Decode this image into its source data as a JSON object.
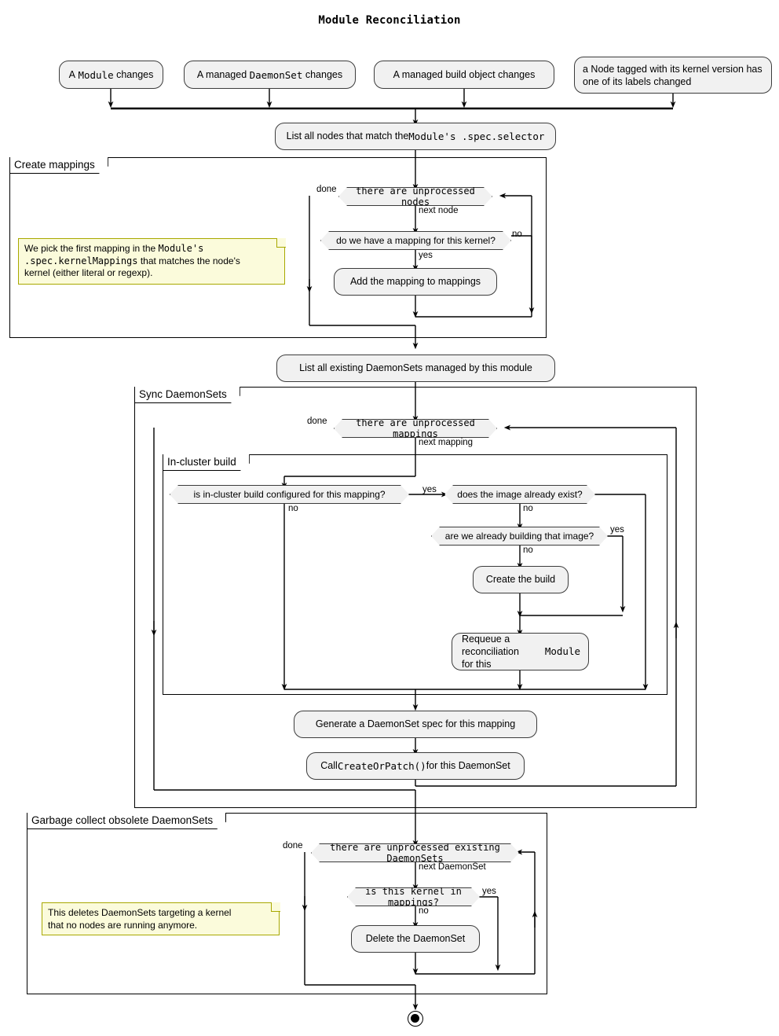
{
  "title": "Module Reconciliation",
  "starts": [
    {
      "name": "start-module-changes",
      "text": "A Module changes",
      "mono": [
        "Module"
      ]
    },
    {
      "name": "start-daemonset-changes",
      "text": "A managed DaemonSet changes",
      "mono": [
        "DaemonSet"
      ]
    },
    {
      "name": "start-build-object-changes",
      "text": "A managed build object changes",
      "mono": []
    },
    {
      "name": "start-node-label-changed",
      "text": "a Node tagged with its kernel version has one of its labels changed",
      "mono": []
    }
  ],
  "activities": {
    "list_nodes": {
      "pre": "List all nodes that match the ",
      "mono": "Module's .spec.selector",
      "post": ""
    },
    "add_mapping": "Add the mapping to mappings",
    "list_daemonsets": "List all existing DaemonSets managed by this module",
    "create_build": "Create the build",
    "requeue": "Requeue a reconciliation for this Module",
    "generate_spec": "Generate a DaemonSet spec for this mapping",
    "create_or_patch": {
      "pre": "Call ",
      "mono": "CreateOrPatch()",
      "post": " for this DaemonSet"
    },
    "delete_daemonset": "Delete the DaemonSet"
  },
  "decisions": {
    "unprocessed_nodes": "there are unprocessed nodes",
    "have_mapping": "do we have a mapping for this kernel?",
    "unprocessed_mappings": "there are unprocessed mappings",
    "in_cluster_build_configured": "is in-cluster build configured for this mapping?",
    "image_exists": "does the image already exist?",
    "already_building": "are we already building that image?",
    "unprocessed_existing_daemonsets": "there are unprocessed existing DaemonSets",
    "kernel_in_mappings": "is this kernel in mappings?"
  },
  "partitions": {
    "create_mappings": "Create mappings",
    "sync_daemonsets": "Sync DaemonSets",
    "in_cluster_build": "In-cluster build",
    "garbage_collect": "Garbage collect obsolete DaemonSets"
  },
  "notes": {
    "mapping_note": {
      "line1_pre": "We pick the first mapping in the ",
      "line1_mono": "Module's",
      "line2_mono": ".spec.kernelMappings",
      "line2_post": " that matches the node's",
      "line3": "kernel (either literal or regexp)."
    },
    "gc_note_line1": "This deletes DaemonSets targeting a kernel",
    "gc_note_line2": "that no nodes are running anymore."
  },
  "edge_labels": {
    "done_1": "done",
    "next_node": "next node",
    "yes_1": "yes",
    "no_1": "no",
    "done_2": "done",
    "next_mapping": "next mapping",
    "no_build": "no",
    "yes_build": "yes",
    "no_image": "no",
    "yes_building": "yes",
    "no_building": "no",
    "done_3": "done",
    "next_daemonset": "next DaemonSet",
    "yes_kernel": "yes",
    "no_kernel": "no"
  },
  "colors": {
    "activity_fill": "#F1F1F1",
    "activity_stroke": "#3C3C3C",
    "note_fill": "#FBFBDB",
    "note_stroke": "#A8A800",
    "line": "#000000",
    "background": "#FFFFFF"
  }
}
